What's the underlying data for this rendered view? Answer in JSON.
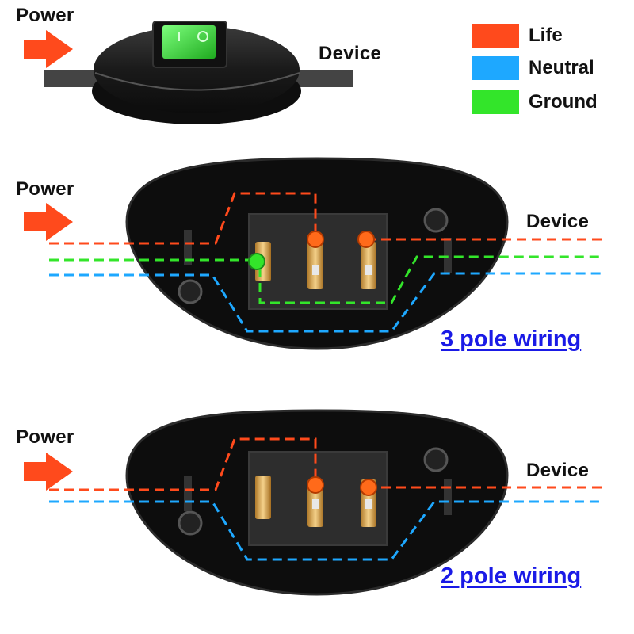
{
  "top": {
    "power_label": "Power",
    "device_label": "Device"
  },
  "legend": [
    {
      "label": "Life",
      "color": "#ff4a1c"
    },
    {
      "label": "Neutral",
      "color": "#1ea8ff"
    },
    {
      "label": "Ground",
      "color": "#33e52a"
    }
  ],
  "wiring": [
    {
      "power_label": "Power",
      "device_label": "Device",
      "caption": "3 pole wiring"
    },
    {
      "power_label": "Power",
      "device_label": "Device",
      "caption": "2 pole wiring"
    }
  ],
  "colors": {
    "arrow": "#ff4a1c",
    "life": "#ff4a1c",
    "neutral": "#1ea8ff",
    "ground": "#33e52a",
    "caption": "#1a1ae6",
    "switch_body": "#1b1b1b",
    "rocker": "#2fd62f"
  }
}
